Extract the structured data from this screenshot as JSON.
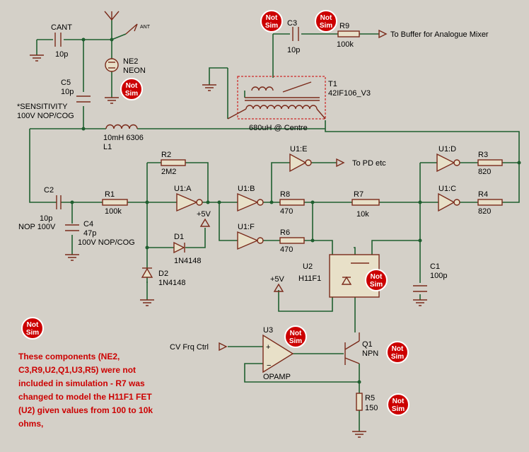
{
  "components": {
    "cant": {
      "ref": "CANT",
      "value": "10p"
    },
    "c5": {
      "ref": "C5",
      "value": "10p"
    },
    "sensitivity": [
      "*SENSITIVITY",
      "100V NOP/COG"
    ],
    "ne2": {
      "ref": "NE2",
      "value": "NEON"
    },
    "ant": "ANT",
    "c3": {
      "ref": "C3",
      "value": "10p"
    },
    "r9": {
      "ref": "R9",
      "value": "100k"
    },
    "buffer_label": "To Buffer for Analogue Mixer",
    "t1": {
      "ref": "T1",
      "value": "42IF106_V3",
      "tap": "680uH @ Centre"
    },
    "l1": {
      "ref": "L1",
      "value": "10mH 6306"
    },
    "r2": {
      "ref": "R2",
      "value": "2M2"
    },
    "u1a": "U1:A",
    "u1b": "U1:B",
    "u1c": "U1:C",
    "u1d": "U1:D",
    "u1e": "U1:E",
    "u1f": "U1:F",
    "pd_label": "To PD etc",
    "c2": {
      "ref": "C2",
      "value": "10p",
      "rating": "NOP 100V"
    },
    "r1": {
      "ref": "R1",
      "value": "100k"
    },
    "c4": {
      "ref": "C4",
      "value": "47p",
      "rating": "100V NOP/COG"
    },
    "r8": {
      "ref": "R8",
      "value": "470"
    },
    "r7": {
      "ref": "R7",
      "value": "10k"
    },
    "r6": {
      "ref": "R6",
      "value": "470"
    },
    "r3": {
      "ref": "R3",
      "value": "820"
    },
    "r4": {
      "ref": "R4",
      "value": "820"
    },
    "d1": {
      "ref": "D1",
      "value": "1N4148"
    },
    "d2": {
      "ref": "D2",
      "value": "1N4148"
    },
    "plus5v": "+5V",
    "u2": {
      "ref": "U2",
      "value": "H11F1"
    },
    "c1": {
      "ref": "C1",
      "value": "100p"
    },
    "u3": {
      "ref": "U3",
      "value": "OPAMP"
    },
    "q1": {
      "ref": "Q1",
      "value": "NPN"
    },
    "r5": {
      "ref": "R5",
      "value": "150"
    },
    "cv_label": "CV Frq Ctrl"
  },
  "not_sim_badge": [
    "Not",
    "Sim"
  ],
  "note_lines": [
    "These components (NE2,",
    "C3,R9,U2,Q1,U3,R5) were not",
    "included in simulation - R7 was",
    "changed to model the H11F1 FET",
    "(U2)  given values from 100 to 10k",
    "ohms,"
  ],
  "colors": {
    "wire": "#1f5f2f",
    "component": "#7a2a1a",
    "badge": "#cc0000",
    "background": "#d4d0c8"
  }
}
